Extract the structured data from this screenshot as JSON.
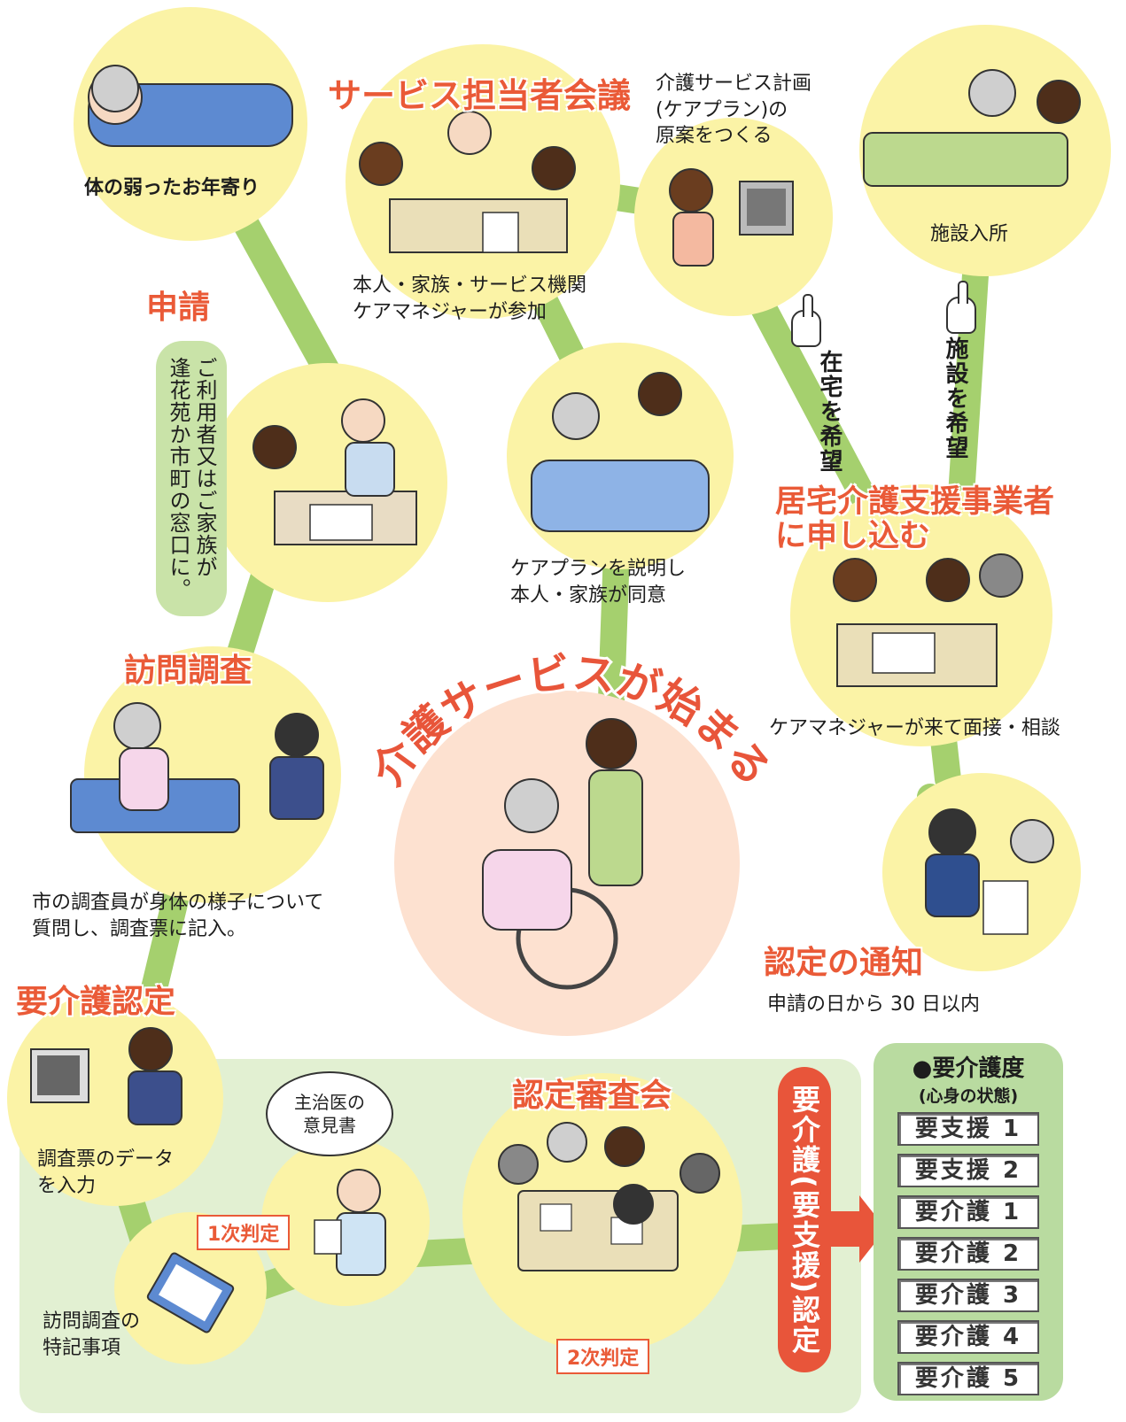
{
  "steps": {
    "elderly": {
      "caption": "体の弱ったお年寄り"
    },
    "application": {
      "heading": "申請",
      "note": "ご利用者又はご家族が\n逢花苑か市町の窓口に。"
    },
    "visit_survey": {
      "heading": "訪問調査",
      "caption": "市の調査員が身体の様子について\n質問し、調査票に記入。"
    },
    "certification": {
      "heading": "要介護認定",
      "data_caption": "調査票のデータ\nを入力",
      "notes_caption": "訪問調査の\n特記事項",
      "first_judgment": "1次判定",
      "doctor_bubble": "主治医の\n意見書"
    },
    "review_board": {
      "heading": "認定審査会",
      "second_judgment": "2次判定"
    },
    "result": {
      "label": "要介護(要支援)認定"
    },
    "care_levels": {
      "title": "●要介護度",
      "subtitle": "(心身の状態)",
      "items": [
        "要支援 1",
        "要支援 2",
        "要介護 1",
        "要介護 2",
        "要介護 3",
        "要介護 4",
        "要介護 5"
      ]
    },
    "notification": {
      "heading": "認定の通知",
      "caption": "申請の日から 30 日以内"
    },
    "home_support": {
      "heading": "居宅介護支援事業者\nに申し込む",
      "caption": "ケアマネジャーが来て面接・相談"
    },
    "branch": {
      "home_wish": "在宅を希望",
      "facility_wish": "施設を希望"
    },
    "facility": {
      "caption": "施設入所"
    },
    "care_plan": {
      "caption": "介護サービス計画\n(ケアプラン)の\n原案をつくる"
    },
    "meeting": {
      "heading": "サービス担当者会議",
      "caption": "本人・家族・サービス機関\nケアマネジャーが参加"
    },
    "consent": {
      "caption": "ケアプランを説明し\n本人・家族が同意"
    },
    "start": {
      "title": "介護サービスが始まる"
    }
  },
  "colors": {
    "accent": "#ea5a37",
    "circle": "#fbf3a6",
    "path": "#a5d06e",
    "panel": "#e2f0d2",
    "start_circle": "#fde1d0"
  }
}
